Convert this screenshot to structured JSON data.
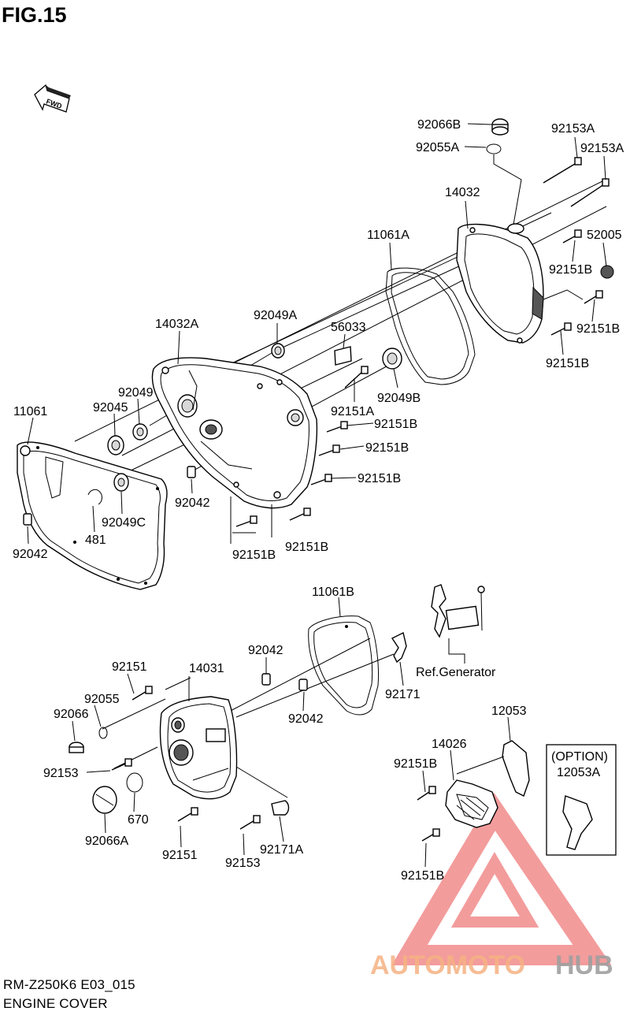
{
  "figure": {
    "title": "FIG.15",
    "fwd_marker": "FWD",
    "model_code": "RM-Z250K6 E03_015",
    "caption": "ENGINE COVER"
  },
  "option_box": {
    "label": "(OPTION)",
    "part": "12053A"
  },
  "reference_note": "Ref.Generator",
  "part_labels": [
    "92066B",
    "92055A",
    "92153A",
    "92153A",
    "14032",
    "52005",
    "11061A",
    "92151B",
    "92151B",
    "92151B",
    "92049A",
    "14032A",
    "56033",
    "92049B",
    "92049",
    "92045",
    "92151A",
    "11061",
    "92151B",
    "92151B",
    "92151B",
    "92042",
    "92049C",
    "481",
    "92151B",
    "92151B",
    "92042",
    "11061B",
    "92042",
    "14031",
    "92151",
    "92055",
    "92171",
    "92066",
    "92042",
    "92153",
    "12053",
    "14026",
    "92151B",
    "670",
    "92066A",
    "92151",
    "92153",
    "92171A",
    "92151B"
  ],
  "watermark": {
    "brand_part1": "AUTOMOTO",
    "brand_part2": "HUB",
    "color_primary": "#f28b8b",
    "color_secondary": "#f4b183",
    "color_tertiary": "#9e9e9e"
  }
}
